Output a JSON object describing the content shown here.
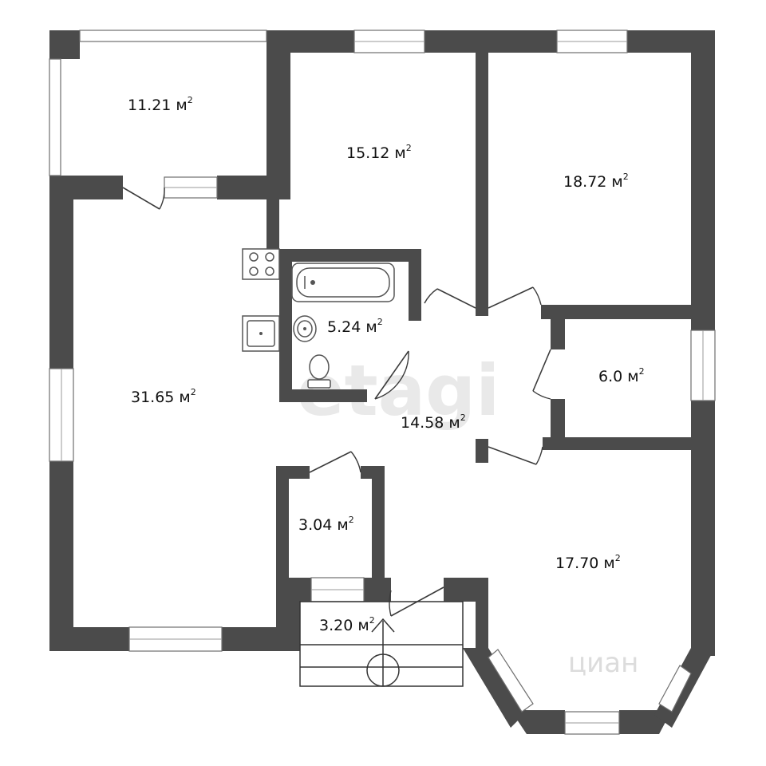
{
  "rooms": [
    {
      "id": "terrace",
      "area": "11.21 м",
      "exp": "2"
    },
    {
      "id": "bedroom-1",
      "area": "15.12 м",
      "exp": "2"
    },
    {
      "id": "bedroom-2",
      "area": "18.72 м",
      "exp": "2"
    },
    {
      "id": "living-kitchen",
      "area": "31.65 м",
      "exp": "2"
    },
    {
      "id": "bathroom",
      "area": "5.24 м",
      "exp": "2"
    },
    {
      "id": "small-room",
      "area": "6.0 м",
      "exp": "2"
    },
    {
      "id": "hall",
      "area": "14.58 м",
      "exp": "2"
    },
    {
      "id": "closet",
      "area": "3.04 м",
      "exp": "2"
    },
    {
      "id": "porch",
      "area": "3.20 м",
      "exp": "2"
    },
    {
      "id": "bay-room",
      "area": "17.70 м",
      "exp": "2"
    }
  ],
  "watermarks": {
    "etagi": "etagi",
    "cian": "циан"
  },
  "colors": {
    "wall": "#4b4b4b",
    "background": "#ffffff",
    "text": "#111111"
  },
  "icons": [
    "stove-icon",
    "sink-icon",
    "bathtub-icon",
    "washbasin-icon",
    "toilet-icon",
    "entrance-arrow-icon"
  ]
}
